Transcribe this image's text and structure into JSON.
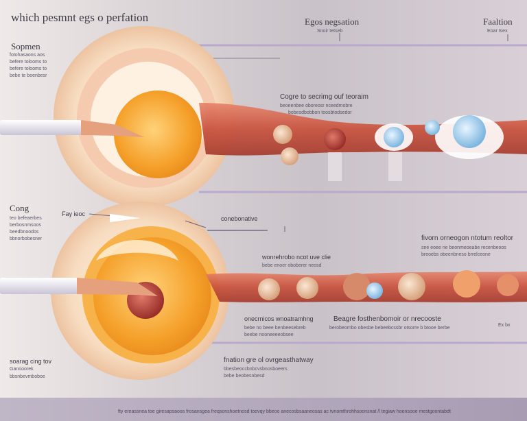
{
  "header": {
    "title": "which pesmnt egs  o perfation",
    "center_title": "Egos  negsation",
    "center_sub": "Snoir tetseb",
    "right_title": "Faaltion",
    "right_sub": "Eoar tsex"
  },
  "left_panel_top": {
    "title": "Sopmen",
    "lines": [
      "fotohasaons aos",
      "befere tolooms to",
      "befere tolooms to",
      "bebe te boenbesr"
    ]
  },
  "left_panel_mid": {
    "title": "Cong",
    "lines": [
      "teo befeaerbes",
      "berbosnmsoos",
      "beedbnoodos",
      "bbnorbobesner"
    ]
  },
  "left_panel_bottom": {
    "title": "soarag  cing tov",
    "sub": "Ganooorek",
    "sub2": "bbsnbevmboboe"
  },
  "labels": {
    "top_mid_title": "Cogre to secrimg  ouf teoraim",
    "top_mid_sub1": "beoeenbee oboreosr nceedmobre",
    "top_mid_sub2": "bobesdbobbon  toosbtodsedor",
    "fay": "Fay  ieoc",
    "mid_center": "conebonative",
    "mid_center2": "wonrehrobo  ncot  uve  clie",
    "mid_center2_sub": "bebe enoer oboberer neosd",
    "right_mid_title": "fivorn  orneogon  ntotum  reoltor",
    "right_mid_sub1": "sne eoee  ne  beonmeoeabe  recenbeoos",
    "right_mid_sub2": "breoebs  obeenbneso  brrelceone",
    "bot_left_title": "onecrnicos  wnoatramhng",
    "bot_left_sub1": "bebe no beee benbeesebreb",
    "bot_left_sub2": "beebe nooneeeeobsee",
    "bot_right_title": "Beagre  fosthenbomoir  or  nrecooste",
    "bot_right_sub": "berobeornbo obesbe bebeebcssbr otsorre b btooe berbe",
    "bot_right_sub2": "Ex  bx",
    "lower_center_title": "fnation  gre  ol  ovrgeasthatway",
    "lower_center_sub1": "bbesbeoccbnbcvsbnosboeers",
    "lower_center_sub2": "bebe beobesnbesd"
  },
  "footer": {
    "text": "fty ereassnea toe giresapsaoos frosansgea  freqsonshoetnosd toovqy bbeoo anecosbsaaneosas ac tvnomthrohhsoonsnat /l tegiaw hoonsooe mestgoontabdt"
  },
  "colors": {
    "cell_orange": "#f59a2a",
    "cell_outer": "#f6d9b2",
    "tube_red": "#c8503c",
    "blue_cell": "#8fc4e6",
    "footer_band": "#aa9fb6"
  }
}
